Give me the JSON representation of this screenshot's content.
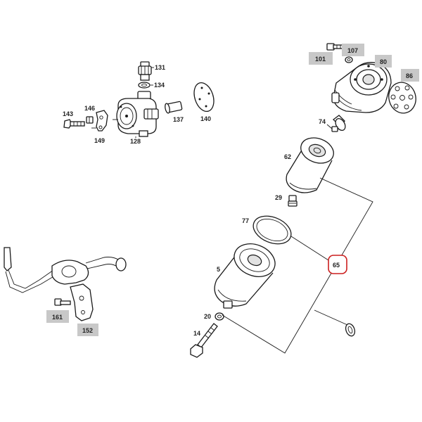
{
  "diagram": {
    "callouts": {
      "p131": "131",
      "p134": "134",
      "p143": "143",
      "p146": "146",
      "p149": "149",
      "p128": "128",
      "p137": "137",
      "p140": "140",
      "p101": "101",
      "p107": "107",
      "p80": "80",
      "p86": "86",
      "p74": "74",
      "p62": "62",
      "p29": "29",
      "p77": "77",
      "p65": "65",
      "p5": "5",
      "p20": "20",
      "p14": "14",
      "p161": "161",
      "p152": "152"
    },
    "selected_callout": "65",
    "highlight_color": "#cc1f1f",
    "label_box_color": "#c8c8c8"
  }
}
